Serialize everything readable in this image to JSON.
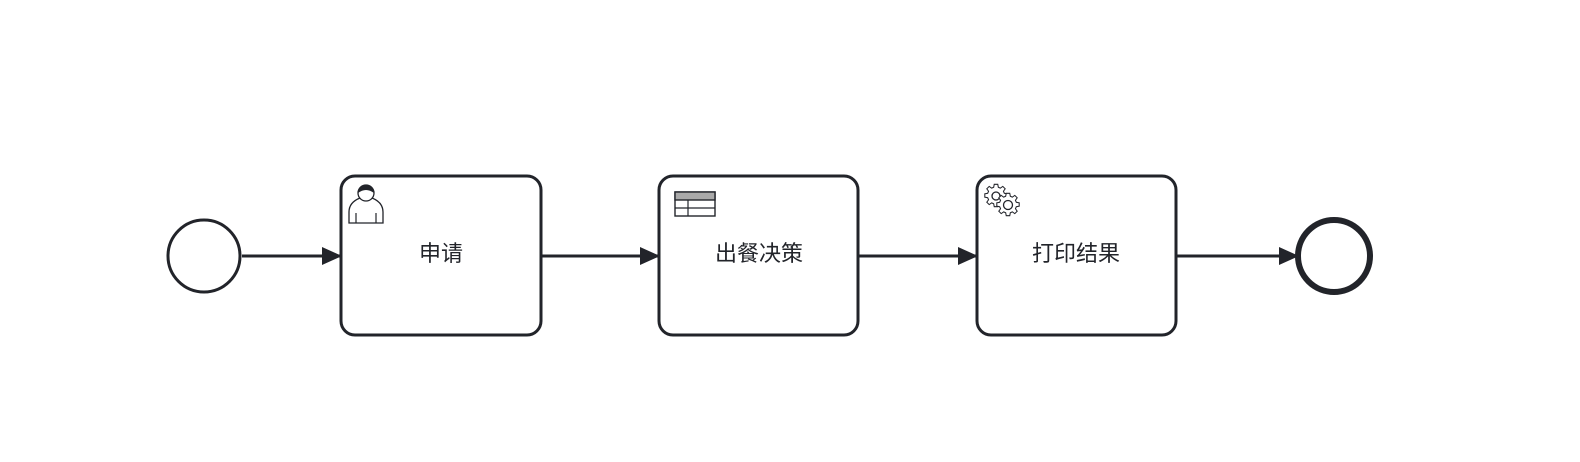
{
  "diagram": {
    "type": "bpmn-process",
    "colors": {
      "stroke": "#22242a",
      "fill": "#ffffff",
      "table_header": "#a9a9a9"
    },
    "nodes": [
      {
        "id": "start",
        "kind": "start-event"
      },
      {
        "id": "apply",
        "kind": "user-task",
        "icon": "user-icon",
        "label": "申请"
      },
      {
        "id": "decision",
        "kind": "business-rule-task",
        "icon": "decision-table-icon",
        "label": "出餐决策"
      },
      {
        "id": "print",
        "kind": "service-task",
        "icon": "gear-icon",
        "label": "打印结果"
      },
      {
        "id": "end",
        "kind": "end-event"
      }
    ],
    "flows": [
      {
        "from": "start",
        "to": "apply"
      },
      {
        "from": "apply",
        "to": "decision"
      },
      {
        "from": "decision",
        "to": "print"
      },
      {
        "from": "print",
        "to": "end"
      }
    ]
  }
}
